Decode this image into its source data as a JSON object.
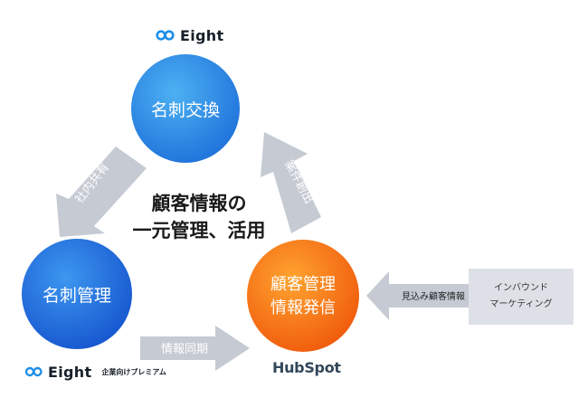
{
  "logos": {
    "eight_top": "Eight",
    "eight_bottom": "Eight",
    "eight_bottom_sub": "企業向けプレミアム",
    "hubspot": "HubSpot"
  },
  "nodes": {
    "exchange": "名刺交換",
    "management": "名刺管理",
    "hub_line1": "顧客管理",
    "hub_line2": "情報発信"
  },
  "center": {
    "line1": "顧客情報の",
    "line2": "一元管理、活用"
  },
  "arrows": {
    "internal_share": "社内共有",
    "info_sync": "情報同期",
    "deal_creation": "案件創出",
    "prospect_info": "見込み顧客情報"
  },
  "inbound": {
    "line1": "インバウンド",
    "line2": "マーケティング"
  },
  "colors": {
    "blue_light": "#45a6ee",
    "blue_dark": "#1d6fd8",
    "orange_light": "#ff9c2b",
    "orange_dark": "#f1620d",
    "arrow_gray": "#c5cad3",
    "inbound_bg": "#dde0e6"
  }
}
